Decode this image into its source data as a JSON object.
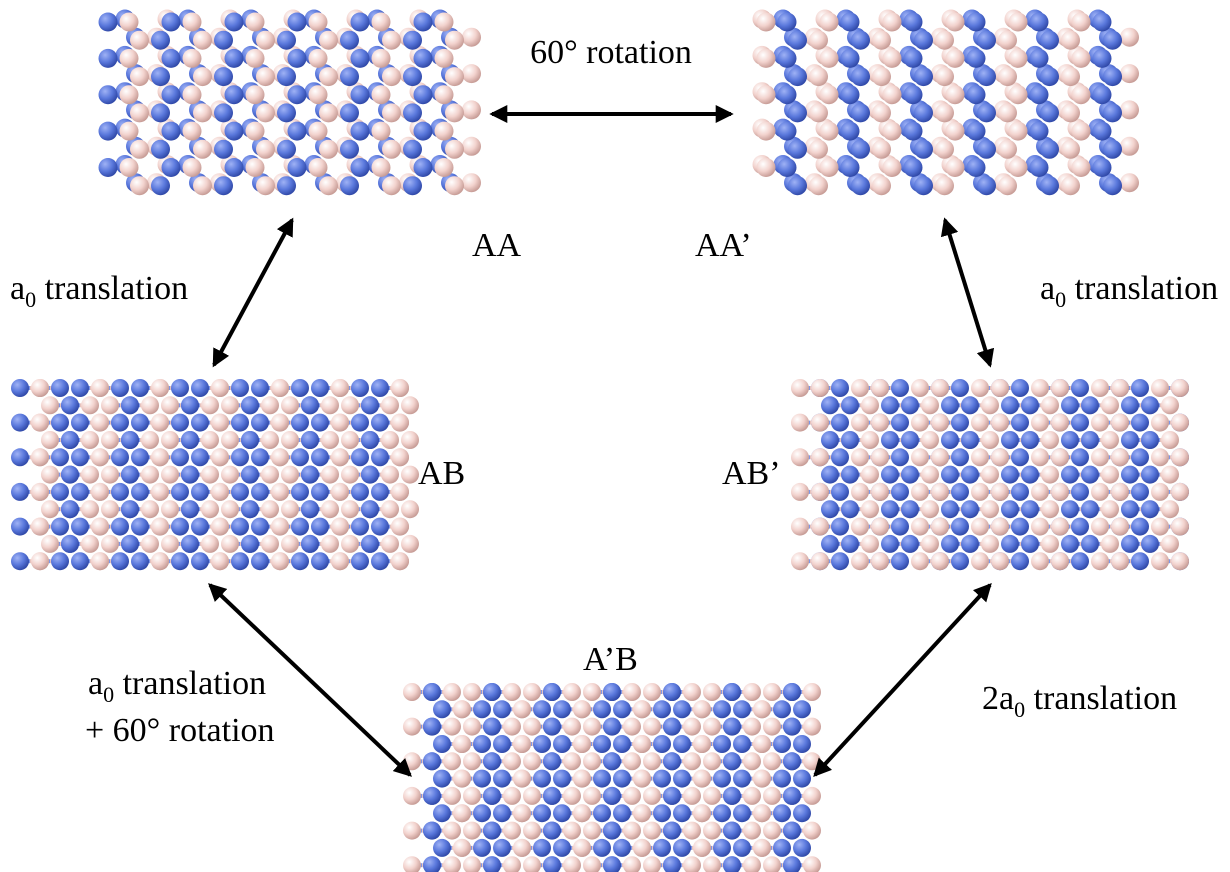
{
  "labels": {
    "rotation_top": "60° rotation",
    "aa": "AA",
    "aa_prime": "AA’",
    "ab": "AB",
    "ab_prime": "AB’",
    "a_prime_b": "A’B",
    "left_translation": {
      "base": "a",
      "sub": "0",
      "rest": " translation"
    },
    "right_translation": {
      "base": "a",
      "sub": "0",
      "rest": " translation"
    },
    "bottom_left_line1": {
      "base": "a",
      "sub": "0",
      "rest": " translation"
    },
    "bottom_left_line2": "+ 60° rotation",
    "bottom_right": {
      "base": "2a",
      "sub": "0",
      "rest": " translation"
    }
  },
  "colors": {
    "nitrogen": "#5a78dc",
    "boron": "#f2d2cd",
    "arrow": "#000000",
    "text": "#000000"
  }
}
